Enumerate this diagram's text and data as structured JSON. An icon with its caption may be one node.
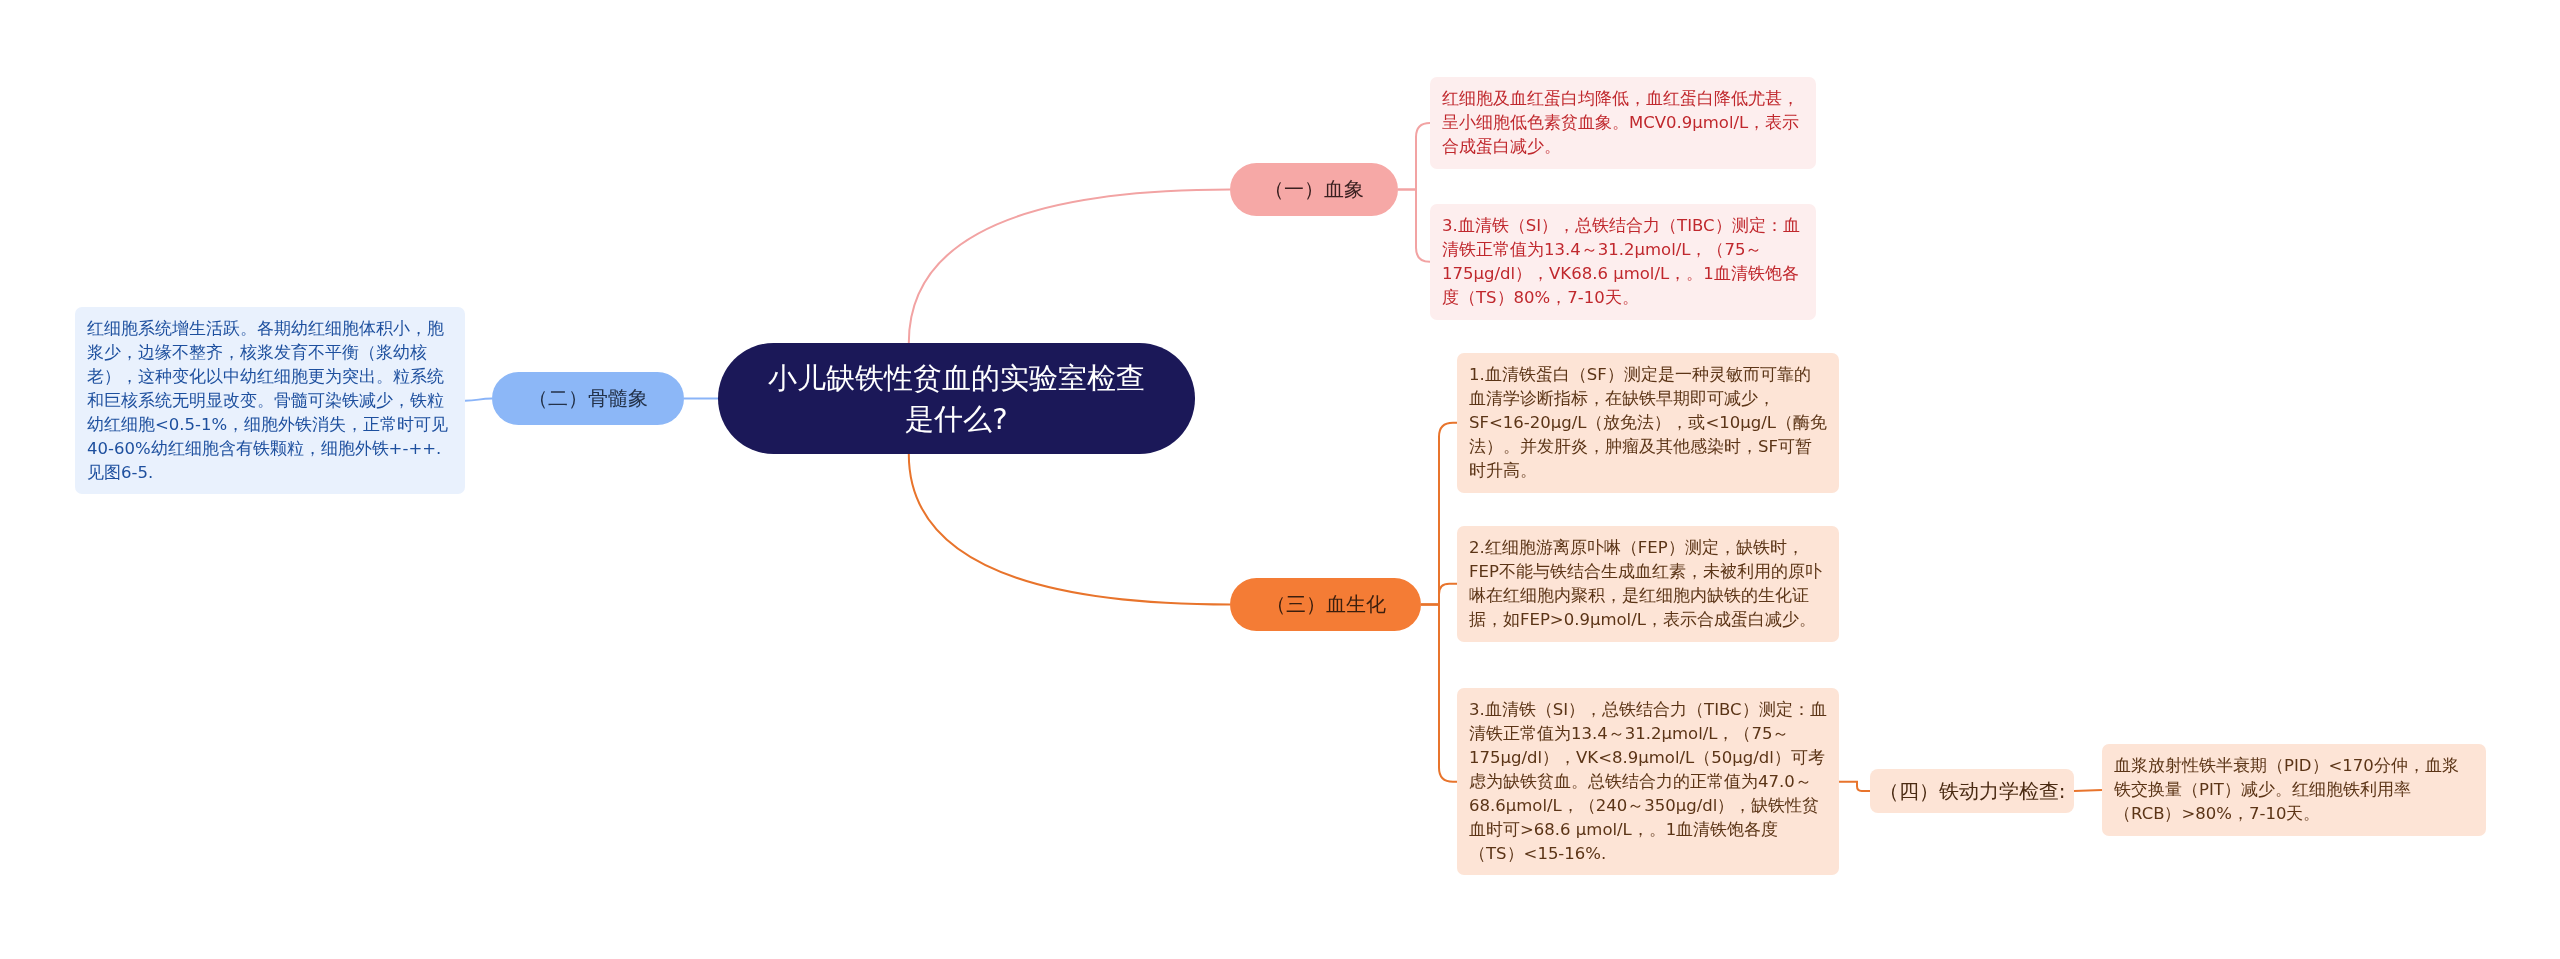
{
  "diagram": {
    "nodes": [
      {
        "text": [
          "小儿缺铁性贫血的实验室检查是什么?"
        ]
      },
      {
        "text": [
          "（一）血象"
        ]
      },
      {
        "text": [
          "红细胞及血红蛋白均降低，血红蛋白降低尤甚，呈小细胞低色素贫血象。MCV0.9μmol/L，表示合成蛋白减少。"
        ]
      },
      {
        "text": [
          "3.血清铁（SI），总铁结合力（TIBC）测定：血清铁正常值为13.4～31.2μmol/L，（75～175μg/dl），VK68.6 μmol/L，。1血清铁饱各度（TS）80%，7-10天。"
        ]
      },
      {
        "text": [
          "（二）骨髓象"
        ]
      },
      {
        "text": [
          "红细胞系统增生活跃。各期幼红细胞体积小，胞浆少，边缘不整齐，核浆发育不平衡（浆幼核老），这种变化以中幼红细胞更为突出。粒系统和巨核系统无明显改变。骨髓可染铁减少，铁粒幼红细胞<0.5-1%，细胞外铁消失，正常时可见40-60%幼红细胞含有铁颗粒，细胞外铁+-++.见图6-5."
        ]
      },
      {
        "text": [
          "（三）血生化"
        ]
      },
      {
        "text": [
          "1.血清铁蛋白（SF）测定是一种灵敏而可靠的血清学诊断指标，在缺铁早期即可减少，SF<16-20μg/L（放免法），或<10μg/L（酶免法）。并发肝炎，肿瘤及其他感染时，SF可暂时升高。"
        ]
      },
      {
        "text": [
          "2.红细胞游离原卟啉（FEP）测定，缺铁时，FEP不能与铁结合生成血红素，未被利用的原卟啉在红细胞内聚积，是红细胞内缺铁的生化证据，如FEP>0.9μmol/L，表示合成蛋白减少。"
        ]
      },
      {
        "text": [
          "3.血清铁（SI），总铁结合力（TIBC）测定：血清铁正常值为13.4～31.2μmol/L，（75～175μg/dl），VK<8.9μmol/L（50μg/dl）可考虑为缺铁贫血。总铁结合力的正常值为47.0～68.6μmol/L，（240～350μg/dl），缺铁性贫血时可>68.6 μmol/L，。1血清铁饱各度（TS）<15-16%."
        ]
      },
      {
        "text": [
          "（四）铁动力学检查:"
        ]
      },
      {
        "text": [
          "血浆放射性铁半衰期（PID）<170分仲，血浆铁交换量（PIT）减少。红细胞铁利用率（RCB）>80%，7-10天。"
        ]
      }
    ],
    "edges": [
      {
        "from": 0,
        "to": 1,
        "arrow": "none",
        "color": "#f2a3a3"
      },
      {
        "from": 1,
        "to": 2,
        "arrow": "none",
        "color": "#f2a3a3"
      },
      {
        "from": 1,
        "to": 3,
        "arrow": "none",
        "color": "#f2a3a3"
      },
      {
        "from": 0,
        "to": 4,
        "arrow": "none",
        "color": "#8ab4f8"
      },
      {
        "from": 4,
        "to": 5,
        "arrow": "none",
        "color": "#8ab4f8"
      },
      {
        "from": 0,
        "to": 6,
        "arrow": "none"
      },
      {
        "from": 6,
        "to": 7,
        "arrow": "none"
      },
      {
        "from": 6,
        "to": 8,
        "arrow": "none"
      },
      {
        "from": 6,
        "to": 9,
        "arrow": "none"
      },
      {
        "from": 9,
        "to": 10,
        "arrow": "none"
      },
      {
        "from": 10,
        "to": 11,
        "arrow": "none"
      }
    ]
  }
}
